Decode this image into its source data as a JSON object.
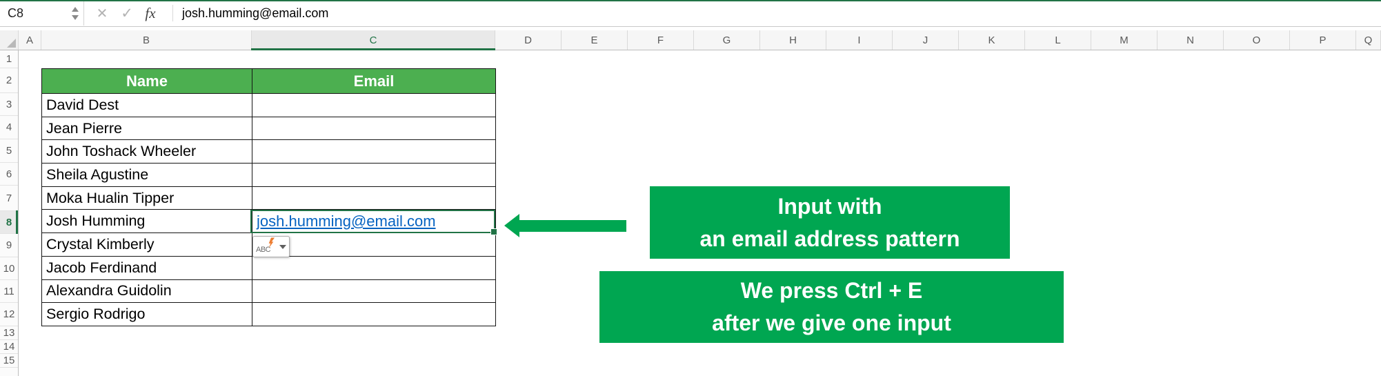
{
  "formula_bar": {
    "cell_reference": "C8",
    "formula_text": "josh.humming@email.com",
    "cancel_icon": "✕",
    "confirm_icon": "✓",
    "fx_label": "fx"
  },
  "sheet": {
    "columns": [
      "A",
      "B",
      "C",
      "D",
      "E",
      "F",
      "G",
      "H",
      "I",
      "J",
      "K",
      "L",
      "M",
      "N",
      "O",
      "P",
      "Q"
    ],
    "rows": [
      "1",
      "2",
      "3",
      "4",
      "5",
      "6",
      "7",
      "8",
      "9",
      "10",
      "11",
      "12",
      "13",
      "14",
      "15"
    ],
    "selected_column": "C",
    "selected_row": "8",
    "selected_cell": "C8"
  },
  "table": {
    "columns": [
      "Name",
      "Email"
    ],
    "rows": [
      {
        "name": "David Dest",
        "email": ""
      },
      {
        "name": "Jean Pierre",
        "email": ""
      },
      {
        "name": "John Toshack Wheeler",
        "email": ""
      },
      {
        "name": "Sheila Agustine",
        "email": ""
      },
      {
        "name": "Moka Hualin Tipper",
        "email": ""
      },
      {
        "name": "Josh Humming",
        "email": "josh.humming@email.com"
      },
      {
        "name": "Crystal Kimberly",
        "email": ""
      },
      {
        "name": "Jacob Ferdinand",
        "email": ""
      },
      {
        "name": "Alexandra Guidolin",
        "email": ""
      },
      {
        "name": "Sergio Rodrigo",
        "email": ""
      }
    ]
  },
  "flash_fill_button": {
    "label": "ABC"
  },
  "callouts": [
    {
      "lines": [
        "Input with",
        "an email address pattern"
      ]
    },
    {
      "lines": [
        "We press Ctrl + E",
        "after we give one input"
      ]
    }
  ],
  "colors": {
    "excel_green": "#217346",
    "table_header_green": "#4caf50",
    "callout_green": "#00a651",
    "hyperlink_blue": "#0563c1"
  }
}
